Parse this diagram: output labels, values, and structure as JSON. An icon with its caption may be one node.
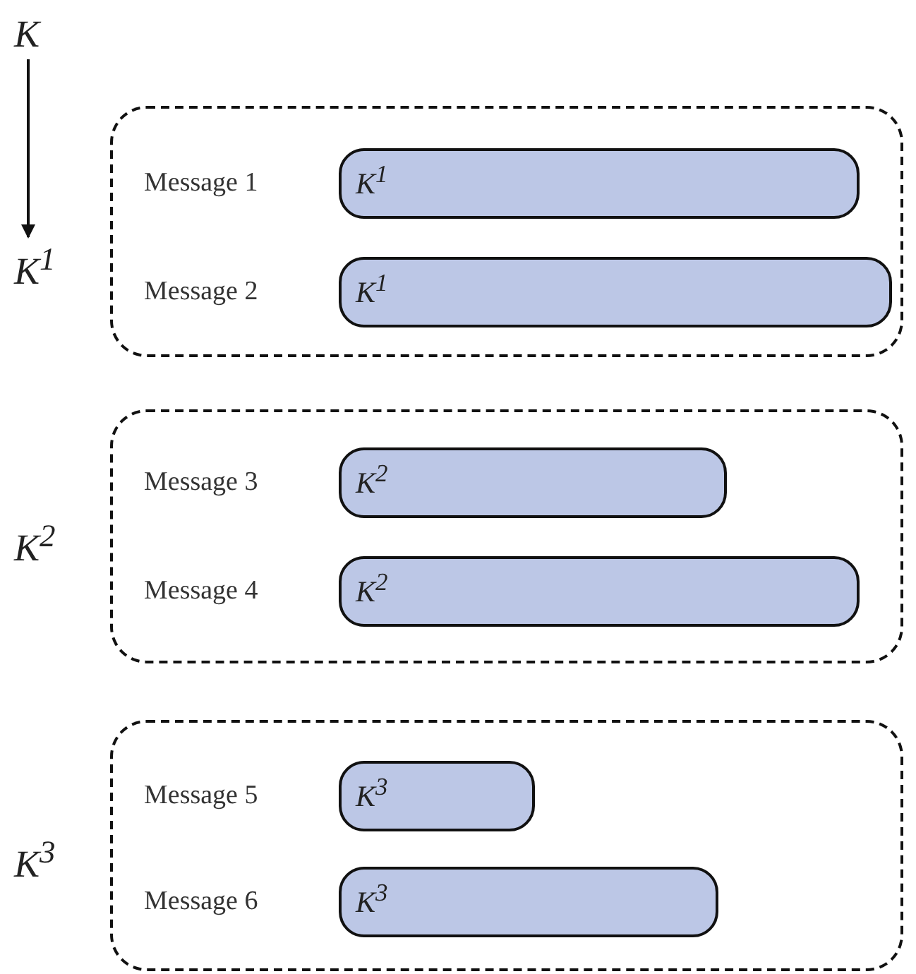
{
  "diagram": {
    "nodes": [
      {
        "text": [
          "K"
        ]
      },
      {
        "text": [
          "K$^{1}$"
        ]
      },
      {
        "text": [],
        "shape": "box"
      },
      {
        "text": [
          "K$^{1}$"
        ],
        "beside": [
          "Message 1"
        ],
        "in": 2
      },
      {
        "text": [
          "K$^{1}$"
        ],
        "beside": [
          "Message 2"
        ],
        "in": 2
      },
      {
        "text": [],
        "shape": "box"
      },
      {
        "text": [
          "K$^{2}$"
        ],
        "beside": [
          "Message 3"
        ],
        "in": 5
      },
      {
        "text": [
          "K$^{2}$"
        ],
        "beside": [
          "Message 4"
        ],
        "in": 5
      },
      {
        "text": [],
        "shape": "box"
      },
      {
        "text": [
          "K$^{3}$"
        ],
        "beside": [
          "Message 5"
        ],
        "in": 8
      },
      {
        "text": [
          "K$^{3}$"
        ],
        "beside": [
          "Message 6"
        ],
        "in": 8
      }
    ],
    "edges": [
      {
        "from": 0,
        "to": 1,
        "arrow": "to"
      }
    ],
    "labels": [
      "K$^{2}$",
      "K$^{3}$"
    ]
  }
}
